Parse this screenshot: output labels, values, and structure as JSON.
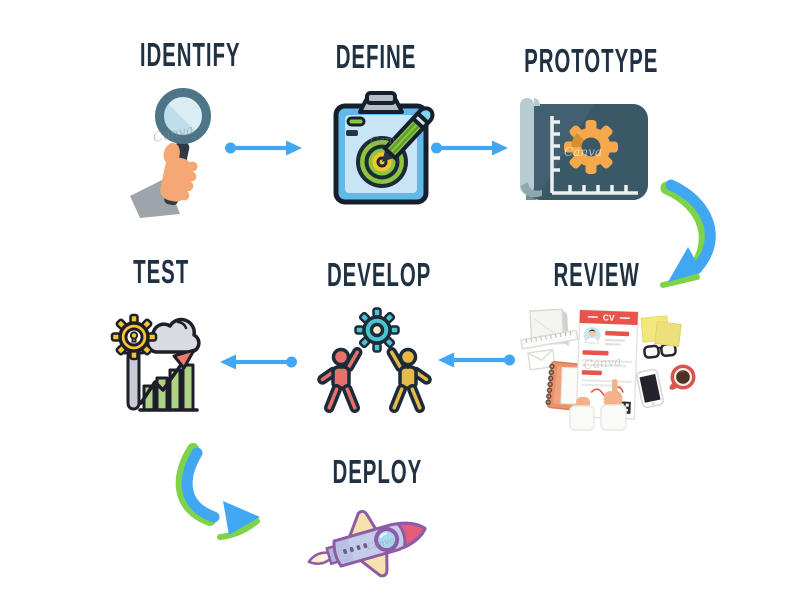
{
  "flow": {
    "background": "#ffffff",
    "watermark": "Canva",
    "label_color": "#1f3143",
    "arrow_color": "#41a7f3",
    "arrow_accent_color": "#7ed348",
    "steps": [
      {
        "id": "identify",
        "label": "IDENTIFY",
        "icon": "magnifying-glass-in-hand",
        "accent": "#4e7587"
      },
      {
        "id": "define",
        "label": "DEFINE",
        "icon": "clipboard-with-target-and-pencil",
        "accent": "#62b8e8"
      },
      {
        "id": "prototype",
        "label": "PROTOTYPE",
        "icon": "blueprint-with-gear",
        "accent": "#f5a94b"
      },
      {
        "id": "review",
        "label": "REVIEW",
        "icon": "desk-flatlay-cv-document",
        "accent": "#e8534a"
      },
      {
        "id": "develop",
        "label": "DEVELOP",
        "icon": "two-people-holding-gear",
        "accent": "#4ac4ce"
      },
      {
        "id": "test",
        "label": "TEST",
        "icon": "gear-wrench-cloud-bar-chart",
        "accent": "#f8c52f"
      },
      {
        "id": "deploy",
        "label": "DEPLOY",
        "icon": "rocket",
        "accent": "#e45d7b"
      }
    ],
    "connectors": [
      {
        "from": "IDENTIFY",
        "to": "DEFINE",
        "shape": "straight",
        "direction": "right"
      },
      {
        "from": "DEFINE",
        "to": "PROTOTYPE",
        "shape": "straight",
        "direction": "right"
      },
      {
        "from": "PROTOTYPE",
        "to": "REVIEW",
        "shape": "curved",
        "direction": "down-left"
      },
      {
        "from": "REVIEW",
        "to": "DEVELOP",
        "shape": "straight",
        "direction": "left"
      },
      {
        "from": "DEVELOP",
        "to": "TEST",
        "shape": "straight",
        "direction": "left"
      },
      {
        "from": "TEST",
        "to": "DEPLOY",
        "shape": "curved",
        "direction": "down-right"
      }
    ],
    "review_icon": {
      "document_title": "CV"
    }
  }
}
